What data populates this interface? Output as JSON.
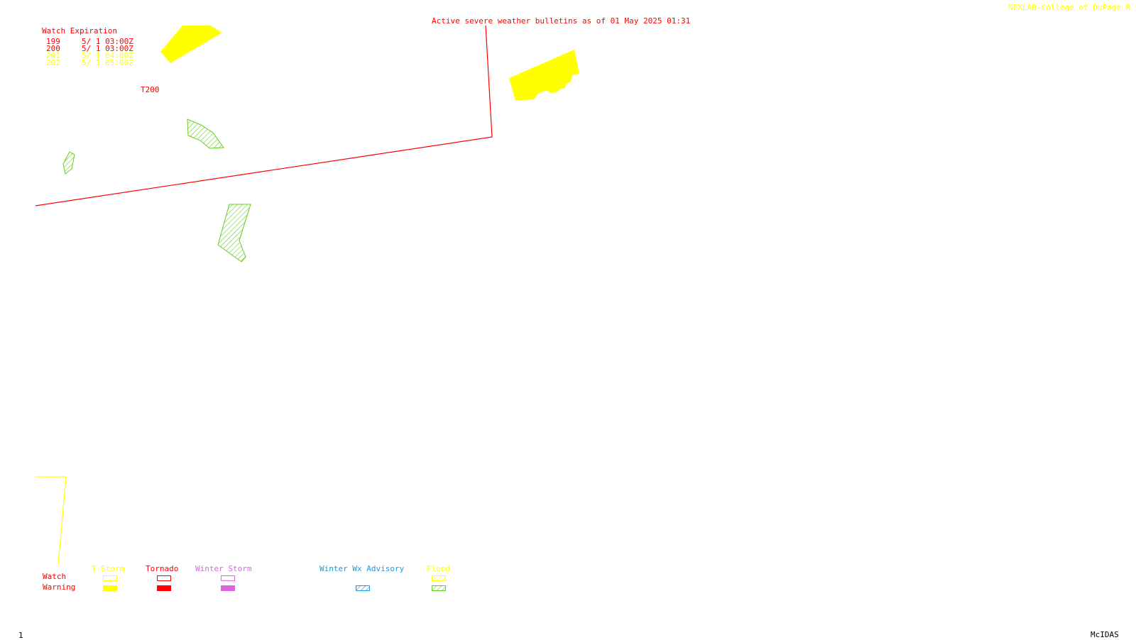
{
  "header": {
    "title": "Active severe weather bulletins as of 01 May 2025 01:31",
    "credit": "NEXLAB-College of DuPage R"
  },
  "watch_table": {
    "heading": "Watch Expiration",
    "rows": [
      {
        "id": "199",
        "expires": "5/ 1 03:00Z",
        "color": "#ff0000"
      },
      {
        "id": "200",
        "expires": "5/ 1 03:00Z",
        "color": "#ff0000"
      },
      {
        "id": "201",
        "expires": "5/ 1 04:00Z",
        "color": "#ffff00"
      },
      {
        "id": "202",
        "expires": "5/ 1 05:00Z",
        "color": "#ffff00"
      }
    ]
  },
  "map": {
    "watch_label": "T200"
  },
  "legend": {
    "row_watch": "Watch",
    "row_warning": "Warning",
    "categories": [
      {
        "label": "T-Storm",
        "color": "#ffff00",
        "watch_style": "outline",
        "warning_style": "solid"
      },
      {
        "label": "Tornado",
        "color": "#ff0000",
        "watch_style": "outline",
        "warning_style": "solid"
      },
      {
        "label": "Winter Storm",
        "color": "#dd66dd",
        "watch_style": "outline",
        "warning_style": "solid"
      },
      {
        "label": "Winter Wx Advisory",
        "color": "#2299dd",
        "watch_style": "none",
        "warning_style": "hatched"
      },
      {
        "label": "Flood",
        "color": "#ffff00",
        "watch_style": "hatched",
        "warning_style": "hatched",
        "warning_color": "#66cc22"
      }
    ]
  },
  "footer": {
    "frame": "1",
    "software": "McIDAS"
  }
}
